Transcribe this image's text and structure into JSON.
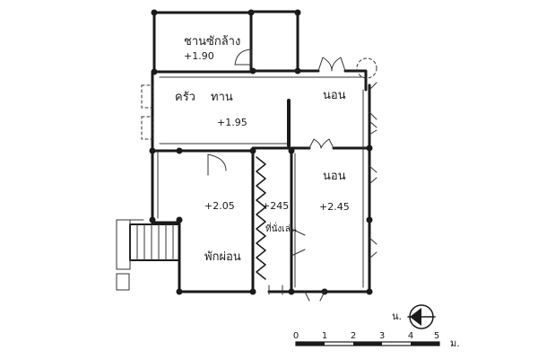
{
  "rooms": {
    "washing": {
      "name": "ชานซักล้าง",
      "level": "+1.90"
    },
    "kitchen": {
      "name": "ครัว",
      "level": "+1.95"
    },
    "dining": {
      "name": "ทาน"
    },
    "bedroom_top": {
      "name": "นอน"
    },
    "living": {
      "level": "+2.05",
      "name": "พักผ่อน"
    },
    "corridor": {
      "level": "+245"
    },
    "bedroom_bottom": {
      "name": "นอน",
      "level": "+2.45"
    }
  },
  "annotations": {
    "corridor_note": "ที่นั่งเล่น"
  },
  "north": {
    "label": "น."
  },
  "scale": {
    "ticks": [
      "0",
      "1",
      "2",
      "3",
      "4",
      "5"
    ],
    "unit": "ม."
  },
  "colors": {
    "ink": "#1a1a1a",
    "paper": "#ffffff"
  }
}
